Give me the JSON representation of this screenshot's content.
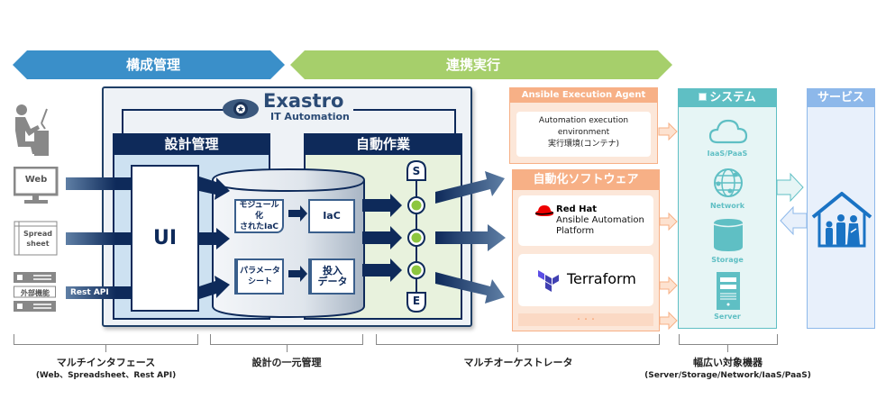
{
  "banners": {
    "config_management": "構成管理",
    "cooperative_execution": "連携実行",
    "colors": {
      "config": "#3a8fc9",
      "execution": "#a6cf6b"
    }
  },
  "left_inputs": {
    "web_label": "Web",
    "spreadsheet_label": "Spread\nsheet",
    "spreadsheet_line1": "Spread",
    "spreadsheet_line2": "sheet",
    "external_label": "外部機能",
    "rest_api_label": "Rest API"
  },
  "exastro": {
    "logo_title": "Exastro",
    "logo_subtitle": "IT Automation",
    "design_header": "設計管理",
    "automation_header": "自動作業",
    "ui_label": "UI",
    "modular_iac_line1": "モジュール化",
    "modular_iac_line2": "されたIaC",
    "iac_label": "IaC",
    "param_sheet_line1": "パラメータ",
    "param_sheet_line2": "シート",
    "input_data_line1": "投入",
    "input_data_line2": "データ",
    "start_label": "S",
    "end_label": "E"
  },
  "agent": {
    "header": "Ansible Execution Agent",
    "line1": "Automation execution",
    "line2": "environment",
    "line3": "実行環境(コンテナ)"
  },
  "software": {
    "header": "自動化ソフトウェア",
    "redhat_brand": "Red Hat",
    "redhat_line1": "Ansible Automation",
    "redhat_line2": "Platform",
    "terraform": "Terraform",
    "more": "・・・"
  },
  "system": {
    "header": "システム",
    "items": [
      "IaaS/PaaS",
      "Network",
      "Storage",
      "Server"
    ]
  },
  "service": {
    "header": "サービス"
  },
  "bottom": {
    "multi_interface": "マルチインタフェース",
    "multi_interface_sub": "(Web、Spreadsheet、Rest API)",
    "central_design": "設計の一元管理",
    "multi_orchestrator": "マルチオーケストレータ",
    "wide_targets": "幅広い対象機器",
    "wide_targets_sub": "(Server/Storage/Network/IaaS/PaaS)"
  }
}
